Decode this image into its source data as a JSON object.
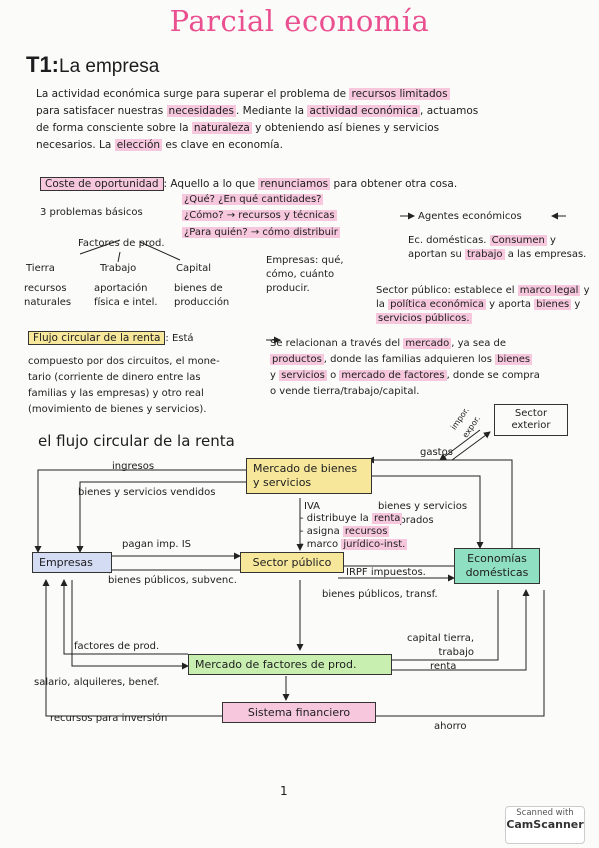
{
  "title": "Parcial economía",
  "section": {
    "label": "T1:",
    "name": "La empresa"
  },
  "intro": {
    "l1a": "La actividad económica surge para superar el problema de ",
    "l1b": "recursos limitados",
    "l2a": "para satisfacer nuestras ",
    "l2b": "necesidades",
    "l2c": ". Mediante la ",
    "l2d": "actividad económica",
    "l2e": ", actuamos",
    "l3a": "de forma consciente sobre la ",
    "l3b": "naturaleza",
    "l3c": " y obteniendo así bienes y servicios",
    "l4a": "necesarios. La ",
    "l4b": "elección",
    "l4c": " es clave en economía."
  },
  "coste": {
    "label": "Coste de oportunidad",
    "text1": ": Aquello a lo que ",
    "text2": "renunciamos",
    "text3": " para obtener otra cosa."
  },
  "problemas": {
    "label": "3 problemas básicos",
    "q1": "¿Qué? ¿En qué cantidades?",
    "q2": "¿Cómo? → recursos y técnicas",
    "q3": "¿Para quién? → cómo distribuir"
  },
  "factores": {
    "label": "Factores de prod.",
    "tierra": "Tierra",
    "trabajo": "Trabajo",
    "capital": "Capital",
    "tierra_desc": "recursos naturales",
    "trabajo_desc": "aportación física e intel.",
    "capital_desc": "bienes de producción"
  },
  "empresas_note": "Empresas: qué, cómo, cuánto producir.",
  "agentes": {
    "label": "Agentes económicos",
    "ec": "Ec. domésticas. ",
    "consumen": "Consumen",
    "ec2": "y aportan su ",
    "trabajo": "trabajo",
    "ec3": " a las empresas.",
    "sp1": "Sector público: establece el ",
    "marco": "marco legal",
    "sp2": " y la ",
    "politica": "política económica",
    "sp3": " y aporta ",
    "bienes": "bienes",
    "sp4": " y ",
    "servicios": "servicios públicos."
  },
  "flujo": {
    "label": "Flujo circular de la renta",
    "text_left1": ": Está",
    "text_left2": "compuesto por dos circuitos, el mone-",
    "text_left3": "tario (corriente de dinero entre las",
    "text_left4": "familias y las empresas) y otro real",
    "text_left5": "(movimiento de bienes y servicios).",
    "right1a": "Se relacionan a través del ",
    "right1b": "mercado",
    "right1c": ", ya sea de",
    "right2a": "productos",
    "right2b": ", donde las familias adquieren los ",
    "right2c": "bienes",
    "right3a": "y ",
    "right3b": "servicios",
    "right3c": " o ",
    "right3d": "mercado de factores",
    "right3e": ", donde se compra",
    "right4": "o vende tierra/trabajo/capital."
  },
  "diagram": {
    "heading": "el flujo circular de la renta",
    "sector_exterior": "Sector exterior",
    "impor_expor": "impor. expor.",
    "mercado_bienes": "Mercado de bienes y servicios",
    "empresas": "Empresas",
    "sector_publico": "Sector público",
    "economias": "Economías domésticas",
    "mercado_factores": "Mercado de factores de prod.",
    "sistema_financiero": "Sistema financiero",
    "ingresos": "ingresos",
    "gastos": "gastos",
    "bienes_vendidos": "bienes y servicios vendidos",
    "bienes_comprados": "bienes y servicios comprados",
    "iva": "IVA",
    "sp_b1": "- distribuye la ",
    "sp_b1b": "renta",
    "sp_b2": "- asigna ",
    "sp_b2b": "recursos",
    "sp_b3": "- marco ",
    "sp_b3b": "jurídico-inst.",
    "pagan": "pagan imp. IS",
    "bienes_publicos_subv": "bienes públicos, subvenc.",
    "irpf": "IRPF impuestos.",
    "bienes_publicos_transf": "bienes públicos, transf.",
    "factores_prod": "factores de prod.",
    "capital_tierra": "capital tierra, trabajo",
    "renta": "renta",
    "salario": "salario, alquileres, benef.",
    "recursos_inversion": "recursos para inversión",
    "ahorro": "ahorro"
  },
  "page_number": "1",
  "scanner": {
    "line1": "Scanned with",
    "line2": "CamScanner"
  }
}
